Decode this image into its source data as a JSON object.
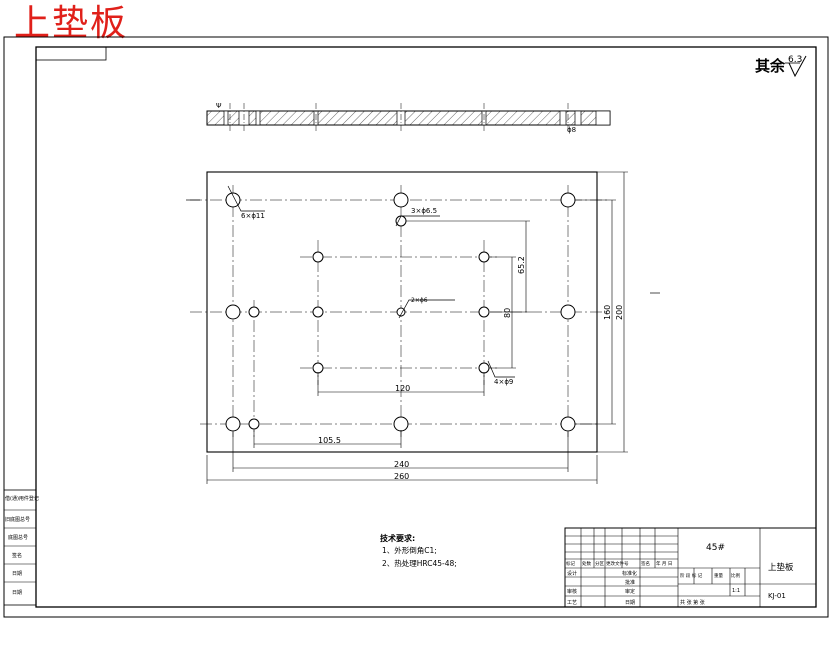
{
  "header_title": "上垫板",
  "roughness": {
    "label": "其余",
    "value": "6.3"
  },
  "side_view": {
    "left_label": "Ψ",
    "right_label": "ϕ8"
  },
  "dimensions": {
    "width_total": "260",
    "width_holes": "240",
    "offset_left": "105.5",
    "inner_width": "120",
    "height_total": "200",
    "height_holes": "160",
    "inner_height": "80",
    "top_offset": "65.2"
  },
  "callouts": {
    "corner_holes": "6×ϕ11",
    "top_holes": "3×ϕ6.5",
    "inner_holes": "4×ϕ9",
    "center_hole": "2×ϕ6"
  },
  "tech_requirements": {
    "title": "技术要求:",
    "items": [
      "1、外形倒角C1;",
      "2、热处理HRC45-48;"
    ]
  },
  "left_table": [
    "借(通)用件登记",
    "旧底图总号",
    "底图总号",
    "签名",
    "日期",
    "日期"
  ],
  "title_block": {
    "material": "45#",
    "part_name": "上垫板",
    "drawing_no": "KJ-01",
    "scale": "1:1",
    "row_labels": [
      "标记",
      "处数",
      "分区",
      "更改文件号",
      "签名",
      "年 月 日"
    ],
    "left_labels": [
      "设计",
      "审核",
      "工艺"
    ],
    "mid_labels": [
      "标准化",
      "批准",
      "审定",
      "日期"
    ],
    "stage_labels": [
      "阶 段 标 记",
      "重量",
      "比例"
    ],
    "sheet_label": "共  张  第  张"
  }
}
